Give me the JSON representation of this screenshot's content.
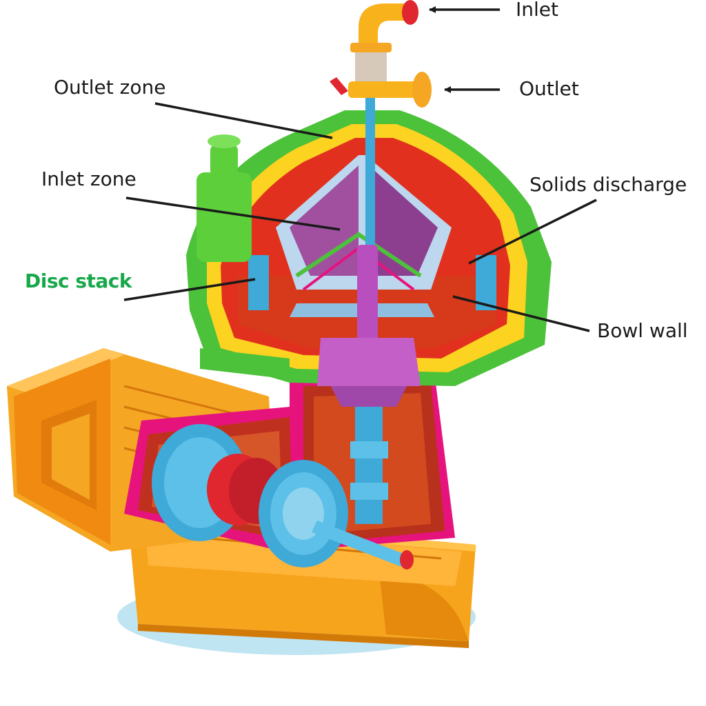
{
  "labels": {
    "inlet": "Inlet",
    "outlet": "Outlet",
    "outlet_zone": "Outlet zone",
    "inlet_zone": "Inlet zone",
    "solids_discharge": "Solids discharge",
    "disc_stack": "Disc stack",
    "bowl_wall": "Bowl wall"
  },
  "colors": {
    "highlight_label": "#18a84a",
    "label_text": "#1a1a1a",
    "leader_line": "#1a1a1a",
    "motor": "#f5a623",
    "frame": "#e6137d",
    "bowl_hood": "#5ccf3a",
    "disc_stack": "#a0509f",
    "shaft": "#3fa9d8",
    "red_parts": "#e0262f",
    "base_shadow": "#bfe4f2"
  }
}
